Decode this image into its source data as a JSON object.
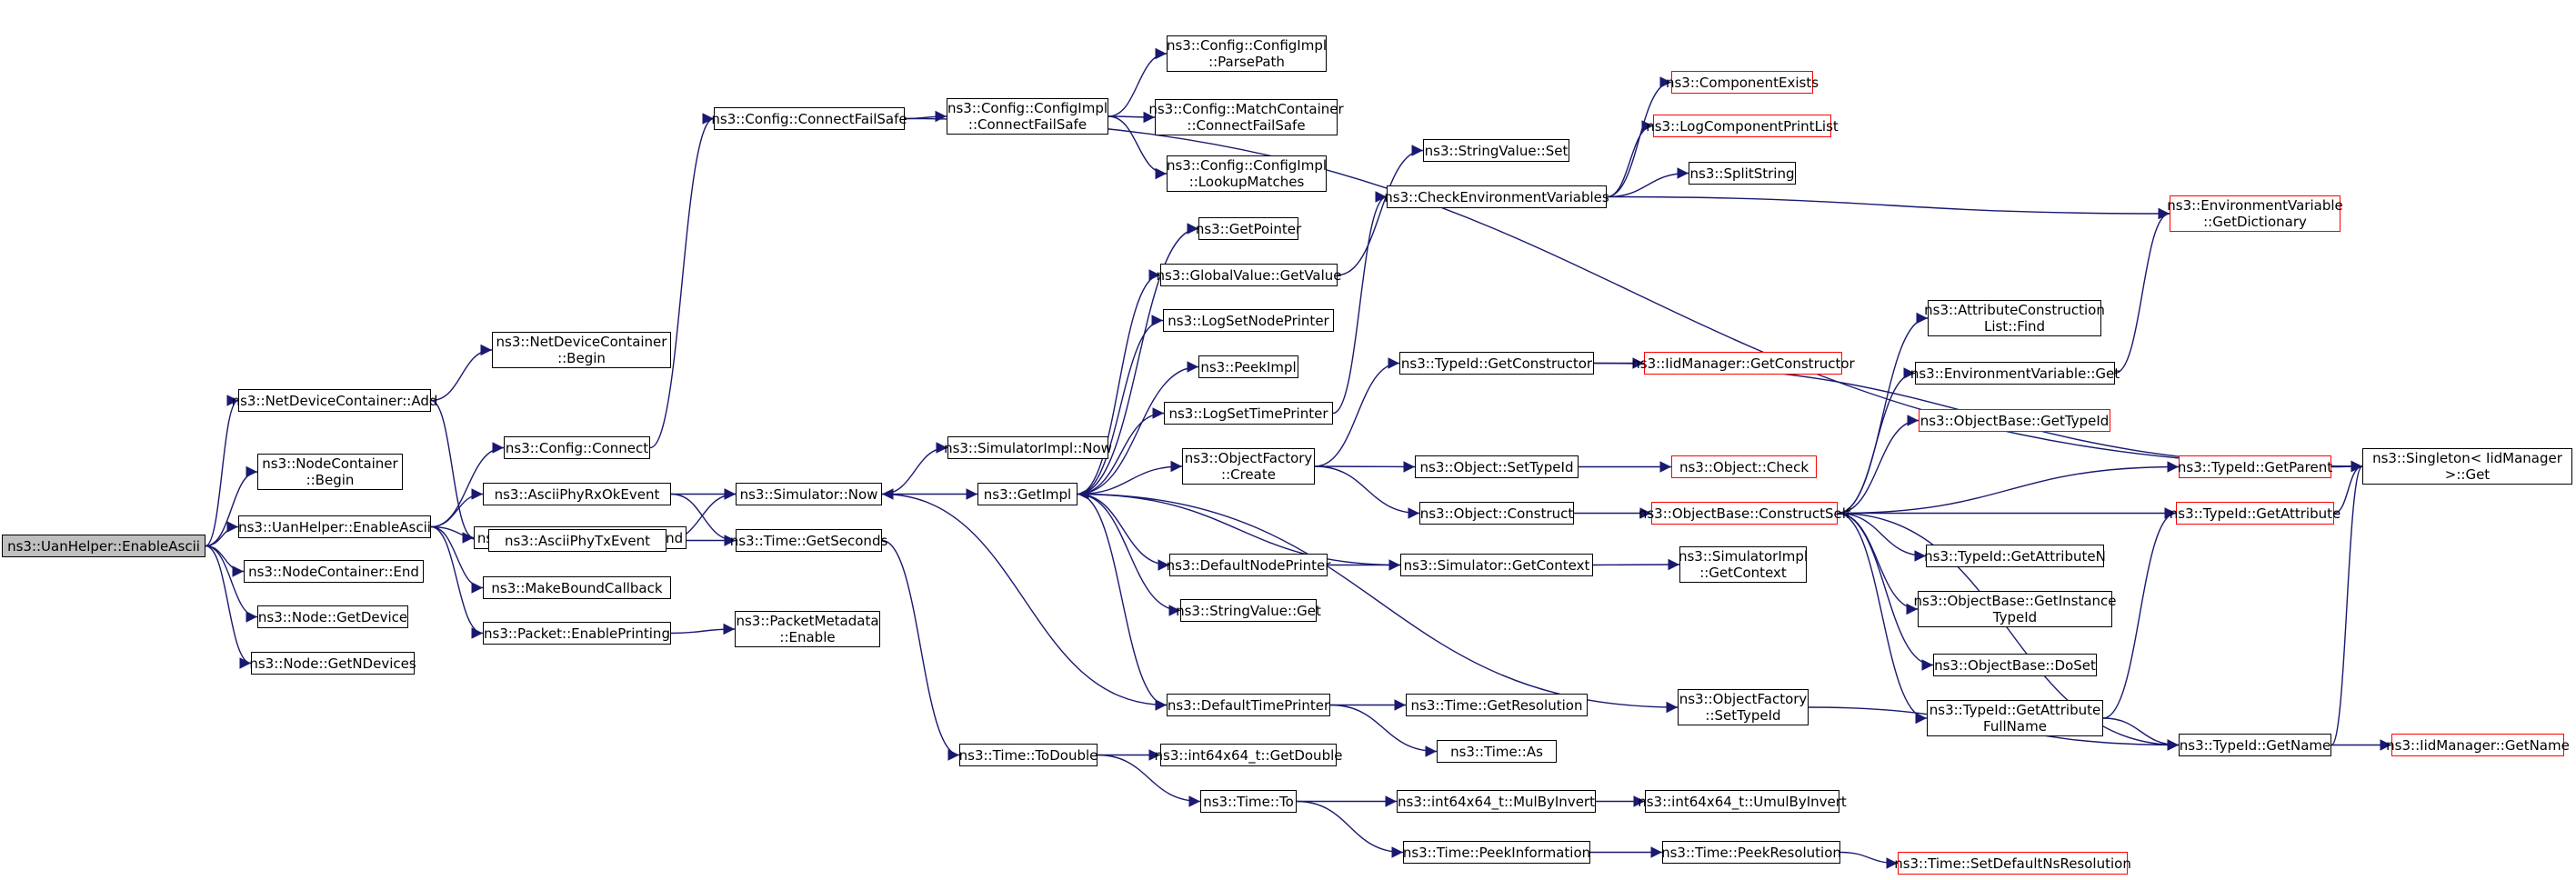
{
  "graph": {
    "colors": {
      "edge": "#191970",
      "node_border": "#000000",
      "truncated_border": "#ff0000",
      "root_fill": "#bfbfbf"
    },
    "nodes": [
      {
        "id": "n1",
        "label": "ns3::UanHelper::EnableAscii",
        "style": "root"
      },
      {
        "id": "n2",
        "label": "ns3::NetDeviceContainer::Add",
        "style": "normal"
      },
      {
        "id": "n3",
        "label": "ns3::NodeContainer\n::Begin",
        "style": "normal"
      },
      {
        "id": "n4",
        "label": "ns3::UanHelper::EnableAscii",
        "style": "normal"
      },
      {
        "id": "n5",
        "label": "ns3::NodeContainer::End",
        "style": "normal"
      },
      {
        "id": "n6",
        "label": "ns3::Node::GetDevice",
        "style": "normal"
      },
      {
        "id": "n7",
        "label": "ns3::Node::GetNDevices",
        "style": "normal"
      },
      {
        "id": "n8",
        "label": "ns3::NetDeviceContainer\n::Begin",
        "style": "normal"
      },
      {
        "id": "n9",
        "label": "ns3::NetDeviceContainer::End",
        "style": "normal"
      },
      {
        "id": "n10",
        "label": "ns3::Config::Connect",
        "style": "normal"
      },
      {
        "id": "n11",
        "label": "ns3::AsciiPhyRxOkEvent",
        "style": "normal"
      },
      {
        "id": "n12",
        "label": "ns3::AsciiPhyTxEvent",
        "style": "normal"
      },
      {
        "id": "n13",
        "label": "ns3::MakeBoundCallback",
        "style": "normal"
      },
      {
        "id": "n14",
        "label": "ns3::Packet::EnablePrinting",
        "style": "normal"
      },
      {
        "id": "n15",
        "label": "ns3::Config::ConnectFailSafe",
        "style": "normal"
      },
      {
        "id": "n16",
        "label": "ns3::Simulator::Now",
        "style": "normal"
      },
      {
        "id": "n17",
        "label": "ns3::Time::GetSeconds",
        "style": "normal"
      },
      {
        "id": "n18",
        "label": "ns3::PacketMetadata\n::Enable",
        "style": "normal"
      },
      {
        "id": "n19",
        "label": "ns3::Config::ConfigImpl\n::ConnectFailSafe",
        "style": "normal"
      },
      {
        "id": "n20",
        "label": "ns3::SimulatorImpl::Now",
        "style": "normal"
      },
      {
        "id": "n21",
        "label": "ns3::GetImpl",
        "style": "normal"
      },
      {
        "id": "n22",
        "label": "ns3::Time::ToDouble",
        "style": "normal"
      },
      {
        "id": "n23",
        "label": "ns3::Config::ConfigImpl\n::ParsePath",
        "style": "normal"
      },
      {
        "id": "n24",
        "label": "ns3::Config::MatchContainer\n::ConnectFailSafe",
        "style": "normal"
      },
      {
        "id": "n25",
        "label": "ns3::Config::ConfigImpl\n::LookupMatches",
        "style": "normal"
      },
      {
        "id": "n26",
        "label": "ns3::GetPointer",
        "style": "normal"
      },
      {
        "id": "n27",
        "label": "ns3::GlobalValue::GetValue",
        "style": "normal"
      },
      {
        "id": "n28",
        "label": "ns3::LogSetNodePrinter",
        "style": "normal"
      },
      {
        "id": "n29",
        "label": "ns3::PeekImpl",
        "style": "normal"
      },
      {
        "id": "n30",
        "label": "ns3::LogSetTimePrinter",
        "style": "normal"
      },
      {
        "id": "n31",
        "label": "ns3::ObjectFactory\n::Create",
        "style": "normal"
      },
      {
        "id": "n32",
        "label": "ns3::DefaultNodePrinter",
        "style": "normal"
      },
      {
        "id": "n33",
        "label": "ns3::StringValue::Get",
        "style": "normal"
      },
      {
        "id": "n34",
        "label": "ns3::DefaultTimePrinter",
        "style": "normal"
      },
      {
        "id": "n35",
        "label": "ns3::int64x64_t::GetDouble",
        "style": "normal"
      },
      {
        "id": "n36",
        "label": "ns3::Time::To",
        "style": "normal"
      },
      {
        "id": "n37",
        "label": "ns3::StringValue::Set",
        "style": "normal"
      },
      {
        "id": "n38",
        "label": "ns3::CheckEnvironmentVariables",
        "style": "normal"
      },
      {
        "id": "n39",
        "label": "ns3::TypeId::GetConstructor",
        "style": "normal"
      },
      {
        "id": "n40",
        "label": "ns3::Object::SetTypeId",
        "style": "normal"
      },
      {
        "id": "n41",
        "label": "ns3::Object::Construct",
        "style": "normal"
      },
      {
        "id": "n42",
        "label": "ns3::Simulator::GetContext",
        "style": "normal"
      },
      {
        "id": "n43",
        "label": "ns3::Time::GetResolution",
        "style": "normal"
      },
      {
        "id": "n44",
        "label": "ns3::Time::As",
        "style": "normal"
      },
      {
        "id": "n45",
        "label": "ns3::int64x64_t::MulByInvert",
        "style": "normal"
      },
      {
        "id": "n46",
        "label": "ns3::Time::PeekInformation",
        "style": "normal"
      },
      {
        "id": "n47",
        "label": "ns3::ComponentExists",
        "style": "red"
      },
      {
        "id": "n48",
        "label": "ns3::LogComponentPrintList",
        "style": "red"
      },
      {
        "id": "n49",
        "label": "ns3::SplitString",
        "style": "normal"
      },
      {
        "id": "n50",
        "label": "ns3::IidManager::GetConstructor",
        "style": "red"
      },
      {
        "id": "n51",
        "label": "ns3::Object::Check",
        "style": "red"
      },
      {
        "id": "n52",
        "label": "ns3::ObjectBase::ConstructSelf",
        "style": "red"
      },
      {
        "id": "n53",
        "label": "ns3::SimulatorImpl\n::GetContext",
        "style": "normal"
      },
      {
        "id": "n54",
        "label": "ns3::ObjectFactory\n::SetTypeId",
        "style": "normal"
      },
      {
        "id": "n55",
        "label": "ns3::int64x64_t::UmulByInvert",
        "style": "normal"
      },
      {
        "id": "n56",
        "label": "ns3::Time::PeekResolution",
        "style": "normal"
      },
      {
        "id": "n57",
        "label": "ns3::AttributeConstruction\nList::Find",
        "style": "normal"
      },
      {
        "id": "n58",
        "label": "ns3::EnvironmentVariable::Get",
        "style": "normal"
      },
      {
        "id": "n59",
        "label": "ns3::ObjectBase::GetTypeId",
        "style": "red"
      },
      {
        "id": "n60",
        "label": "ns3::TypeId::GetAttributeN",
        "style": "normal"
      },
      {
        "id": "n61",
        "label": "ns3::ObjectBase::GetInstance\nTypeId",
        "style": "normal"
      },
      {
        "id": "n62",
        "label": "ns3::ObjectBase::DoSet",
        "style": "normal"
      },
      {
        "id": "n63",
        "label": "ns3::TypeId::GetAttribute\nFullName",
        "style": "normal"
      },
      {
        "id": "n64",
        "label": "ns3::Time::SetDefaultNsResolution",
        "style": "red"
      },
      {
        "id": "n65",
        "label": "ns3::EnvironmentVariable\n::GetDictionary",
        "style": "red"
      },
      {
        "id": "n66",
        "label": "ns3::TypeId::GetParent",
        "style": "red"
      },
      {
        "id": "n67",
        "label": "ns3::TypeId::GetAttribute",
        "style": "red"
      },
      {
        "id": "n68",
        "label": "ns3::TypeId::GetName",
        "style": "normal"
      },
      {
        "id": "n69",
        "label": "ns3::Singleton< IidManager\n >::Get",
        "style": "normal"
      },
      {
        "id": "n70",
        "label": "ns3::IidManager::GetName",
        "style": "red"
      }
    ],
    "edges": [
      [
        "n1",
        "n2"
      ],
      [
        "n1",
        "n3"
      ],
      [
        "n1",
        "n4"
      ],
      [
        "n1",
        "n5"
      ],
      [
        "n1",
        "n6"
      ],
      [
        "n1",
        "n7"
      ],
      [
        "n2",
        "n8"
      ],
      [
        "n2",
        "n9"
      ],
      [
        "n4",
        "n10"
      ],
      [
        "n4",
        "n11"
      ],
      [
        "n4",
        "n12"
      ],
      [
        "n4",
        "n13"
      ],
      [
        "n4",
        "n14"
      ],
      [
        "n10",
        "n15"
      ],
      [
        "n11",
        "n16"
      ],
      [
        "n11",
        "n17"
      ],
      [
        "n12",
        "n16"
      ],
      [
        "n12",
        "n17"
      ],
      [
        "n14",
        "n18"
      ],
      [
        "n15",
        "n19"
      ],
      [
        "n15",
        "n69"
      ],
      [
        "n16",
        "n20"
      ],
      [
        "n16",
        "n21"
      ],
      [
        "n17",
        "n22"
      ],
      [
        "n19",
        "n23"
      ],
      [
        "n19",
        "n24"
      ],
      [
        "n19",
        "n25"
      ],
      [
        "n21",
        "n26"
      ],
      [
        "n21",
        "n27"
      ],
      [
        "n21",
        "n28"
      ],
      [
        "n21",
        "n29"
      ],
      [
        "n21",
        "n30"
      ],
      [
        "n21",
        "n31"
      ],
      [
        "n21",
        "n32"
      ],
      [
        "n21",
        "n33"
      ],
      [
        "n21",
        "n34"
      ],
      [
        "n21",
        "n54"
      ],
      [
        "n22",
        "n35"
      ],
      [
        "n22",
        "n36"
      ],
      [
        "n27",
        "n37"
      ],
      [
        "n30",
        "n38"
      ],
      [
        "n31",
        "n39"
      ],
      [
        "n31",
        "n40"
      ],
      [
        "n31",
        "n41"
      ],
      [
        "n32",
        "n42"
      ],
      [
        "n34",
        "n16"
      ],
      [
        "n34",
        "n43"
      ],
      [
        "n34",
        "n44"
      ],
      [
        "n36",
        "n45"
      ],
      [
        "n36",
        "n46"
      ],
      [
        "n38",
        "n47"
      ],
      [
        "n38",
        "n48"
      ],
      [
        "n38",
        "n49"
      ],
      [
        "n38",
        "n65"
      ],
      [
        "n39",
        "n50"
      ],
      [
        "n39",
        "n69"
      ],
      [
        "n40",
        "n51"
      ],
      [
        "n41",
        "n52"
      ],
      [
        "n42",
        "n21"
      ],
      [
        "n42",
        "n53"
      ],
      [
        "n45",
        "n55"
      ],
      [
        "n46",
        "n56"
      ],
      [
        "n56",
        "n64"
      ],
      [
        "n52",
        "n57"
      ],
      [
        "n52",
        "n58"
      ],
      [
        "n52",
        "n59"
      ],
      [
        "n52",
        "n60"
      ],
      [
        "n52",
        "n61"
      ],
      [
        "n52",
        "n62"
      ],
      [
        "n52",
        "n63"
      ],
      [
        "n52",
        "n66"
      ],
      [
        "n52",
        "n67"
      ],
      [
        "n52",
        "n68"
      ],
      [
        "n54",
        "n68"
      ],
      [
        "n58",
        "n65"
      ],
      [
        "n63",
        "n67"
      ],
      [
        "n63",
        "n68"
      ],
      [
        "n66",
        "n69"
      ],
      [
        "n67",
        "n69"
      ],
      [
        "n68",
        "n69"
      ],
      [
        "n68",
        "n70"
      ]
    ]
  }
}
